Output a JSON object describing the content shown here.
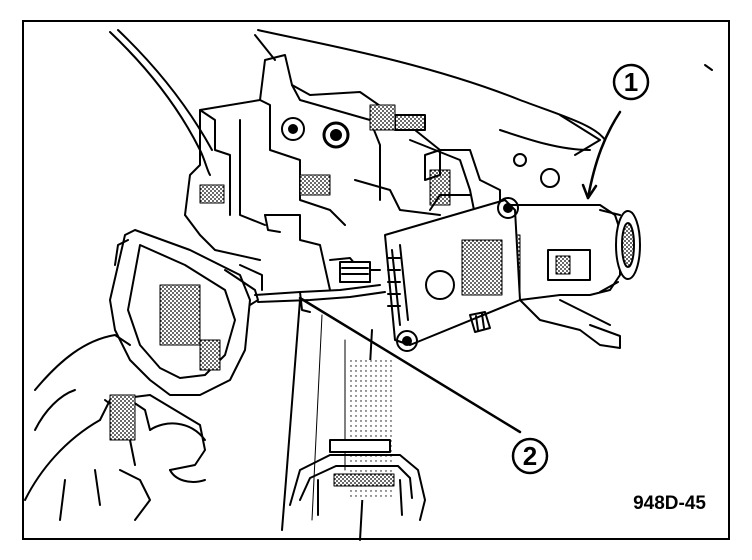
{
  "figure": {
    "code": "948D-45",
    "callouts": [
      {
        "id": "1"
      },
      {
        "id": "2"
      }
    ]
  },
  "colors": {
    "ink": "#000000",
    "paper": "#ffffff",
    "shade": "#8a8a8a"
  }
}
